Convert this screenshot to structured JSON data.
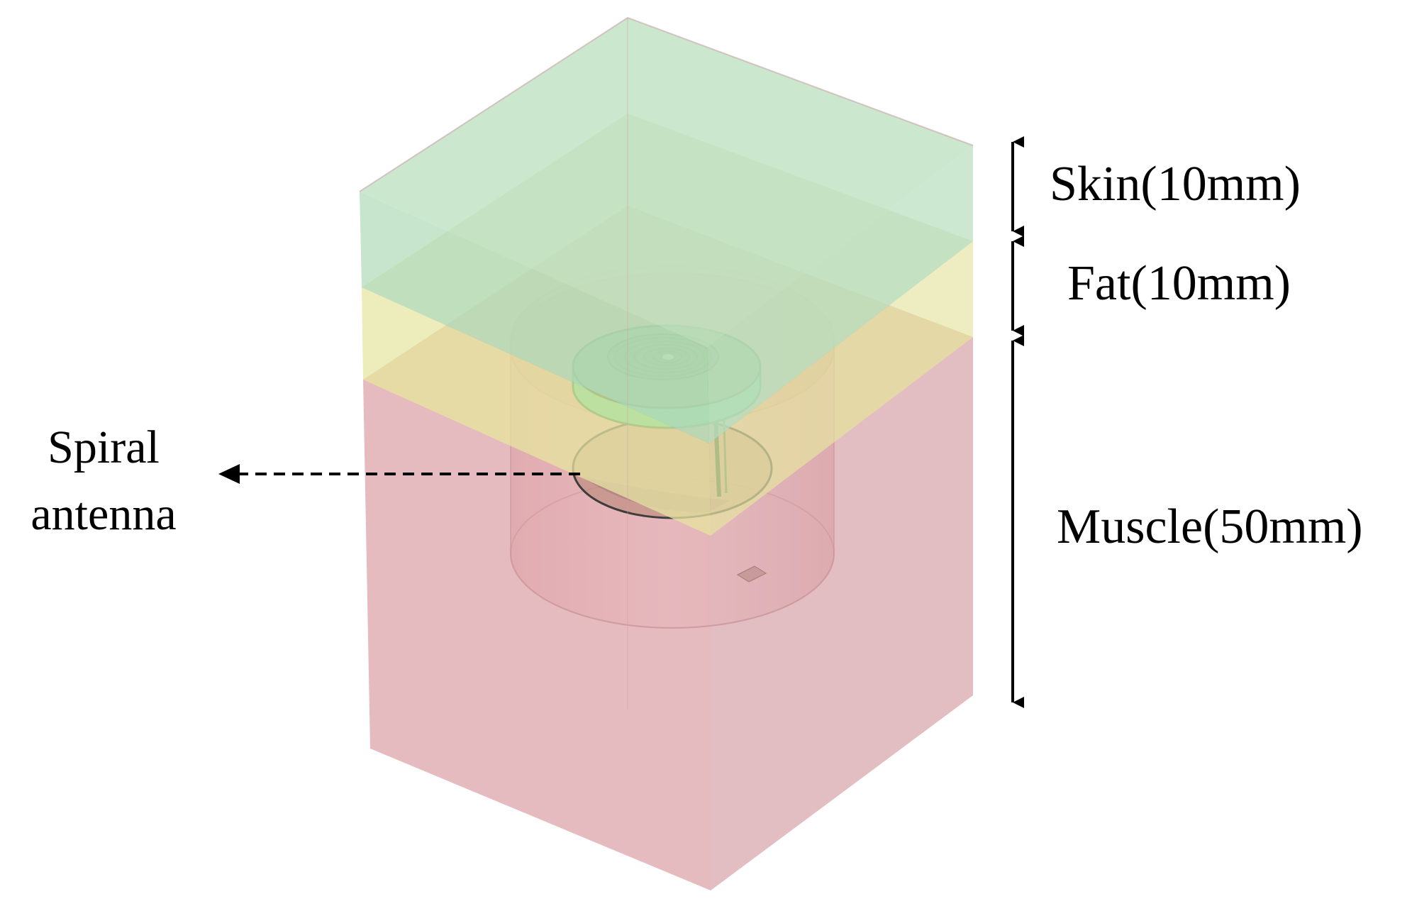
{
  "labels": {
    "skin": "Skin(10mm)",
    "fat": "Fat(10mm)",
    "muscle": "Muscle(50mm)",
    "antenna_line1": "Spiral",
    "antenna_line2": "antenna"
  },
  "colors": {
    "skin": "#b9dfbf",
    "fat": "#e3e39a",
    "muscle": "#e2aeb2",
    "antenna": "#4caf6e",
    "antenna_edge": "#2b7a45",
    "arrow": "#000000"
  }
}
